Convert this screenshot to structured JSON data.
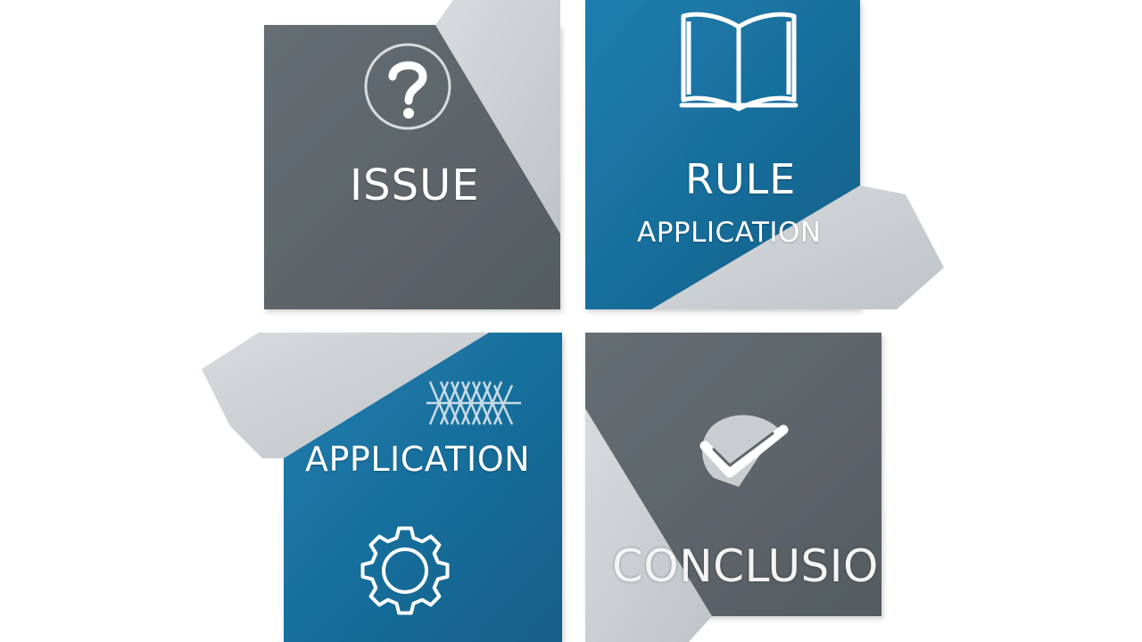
{
  "quadrants": {
    "issue": {
      "label": "ISSUE",
      "icon": "question-mark-icon",
      "color": "#5f676d"
    },
    "rule": {
      "label": "RULE",
      "sublabel": "APPLICATION",
      "icon": "open-book-icon",
      "color": "#1a74a4"
    },
    "application": {
      "label": "APPLICATION",
      "icon": "gear-icon",
      "color": "#1a74a4"
    },
    "conclusion": {
      "label": "CONCLUSIO",
      "icon": "checkmark-icon",
      "color": "#5f676d"
    }
  },
  "colors": {
    "fold": "#cdd1d4",
    "icon_stroke": "#ffffff"
  }
}
